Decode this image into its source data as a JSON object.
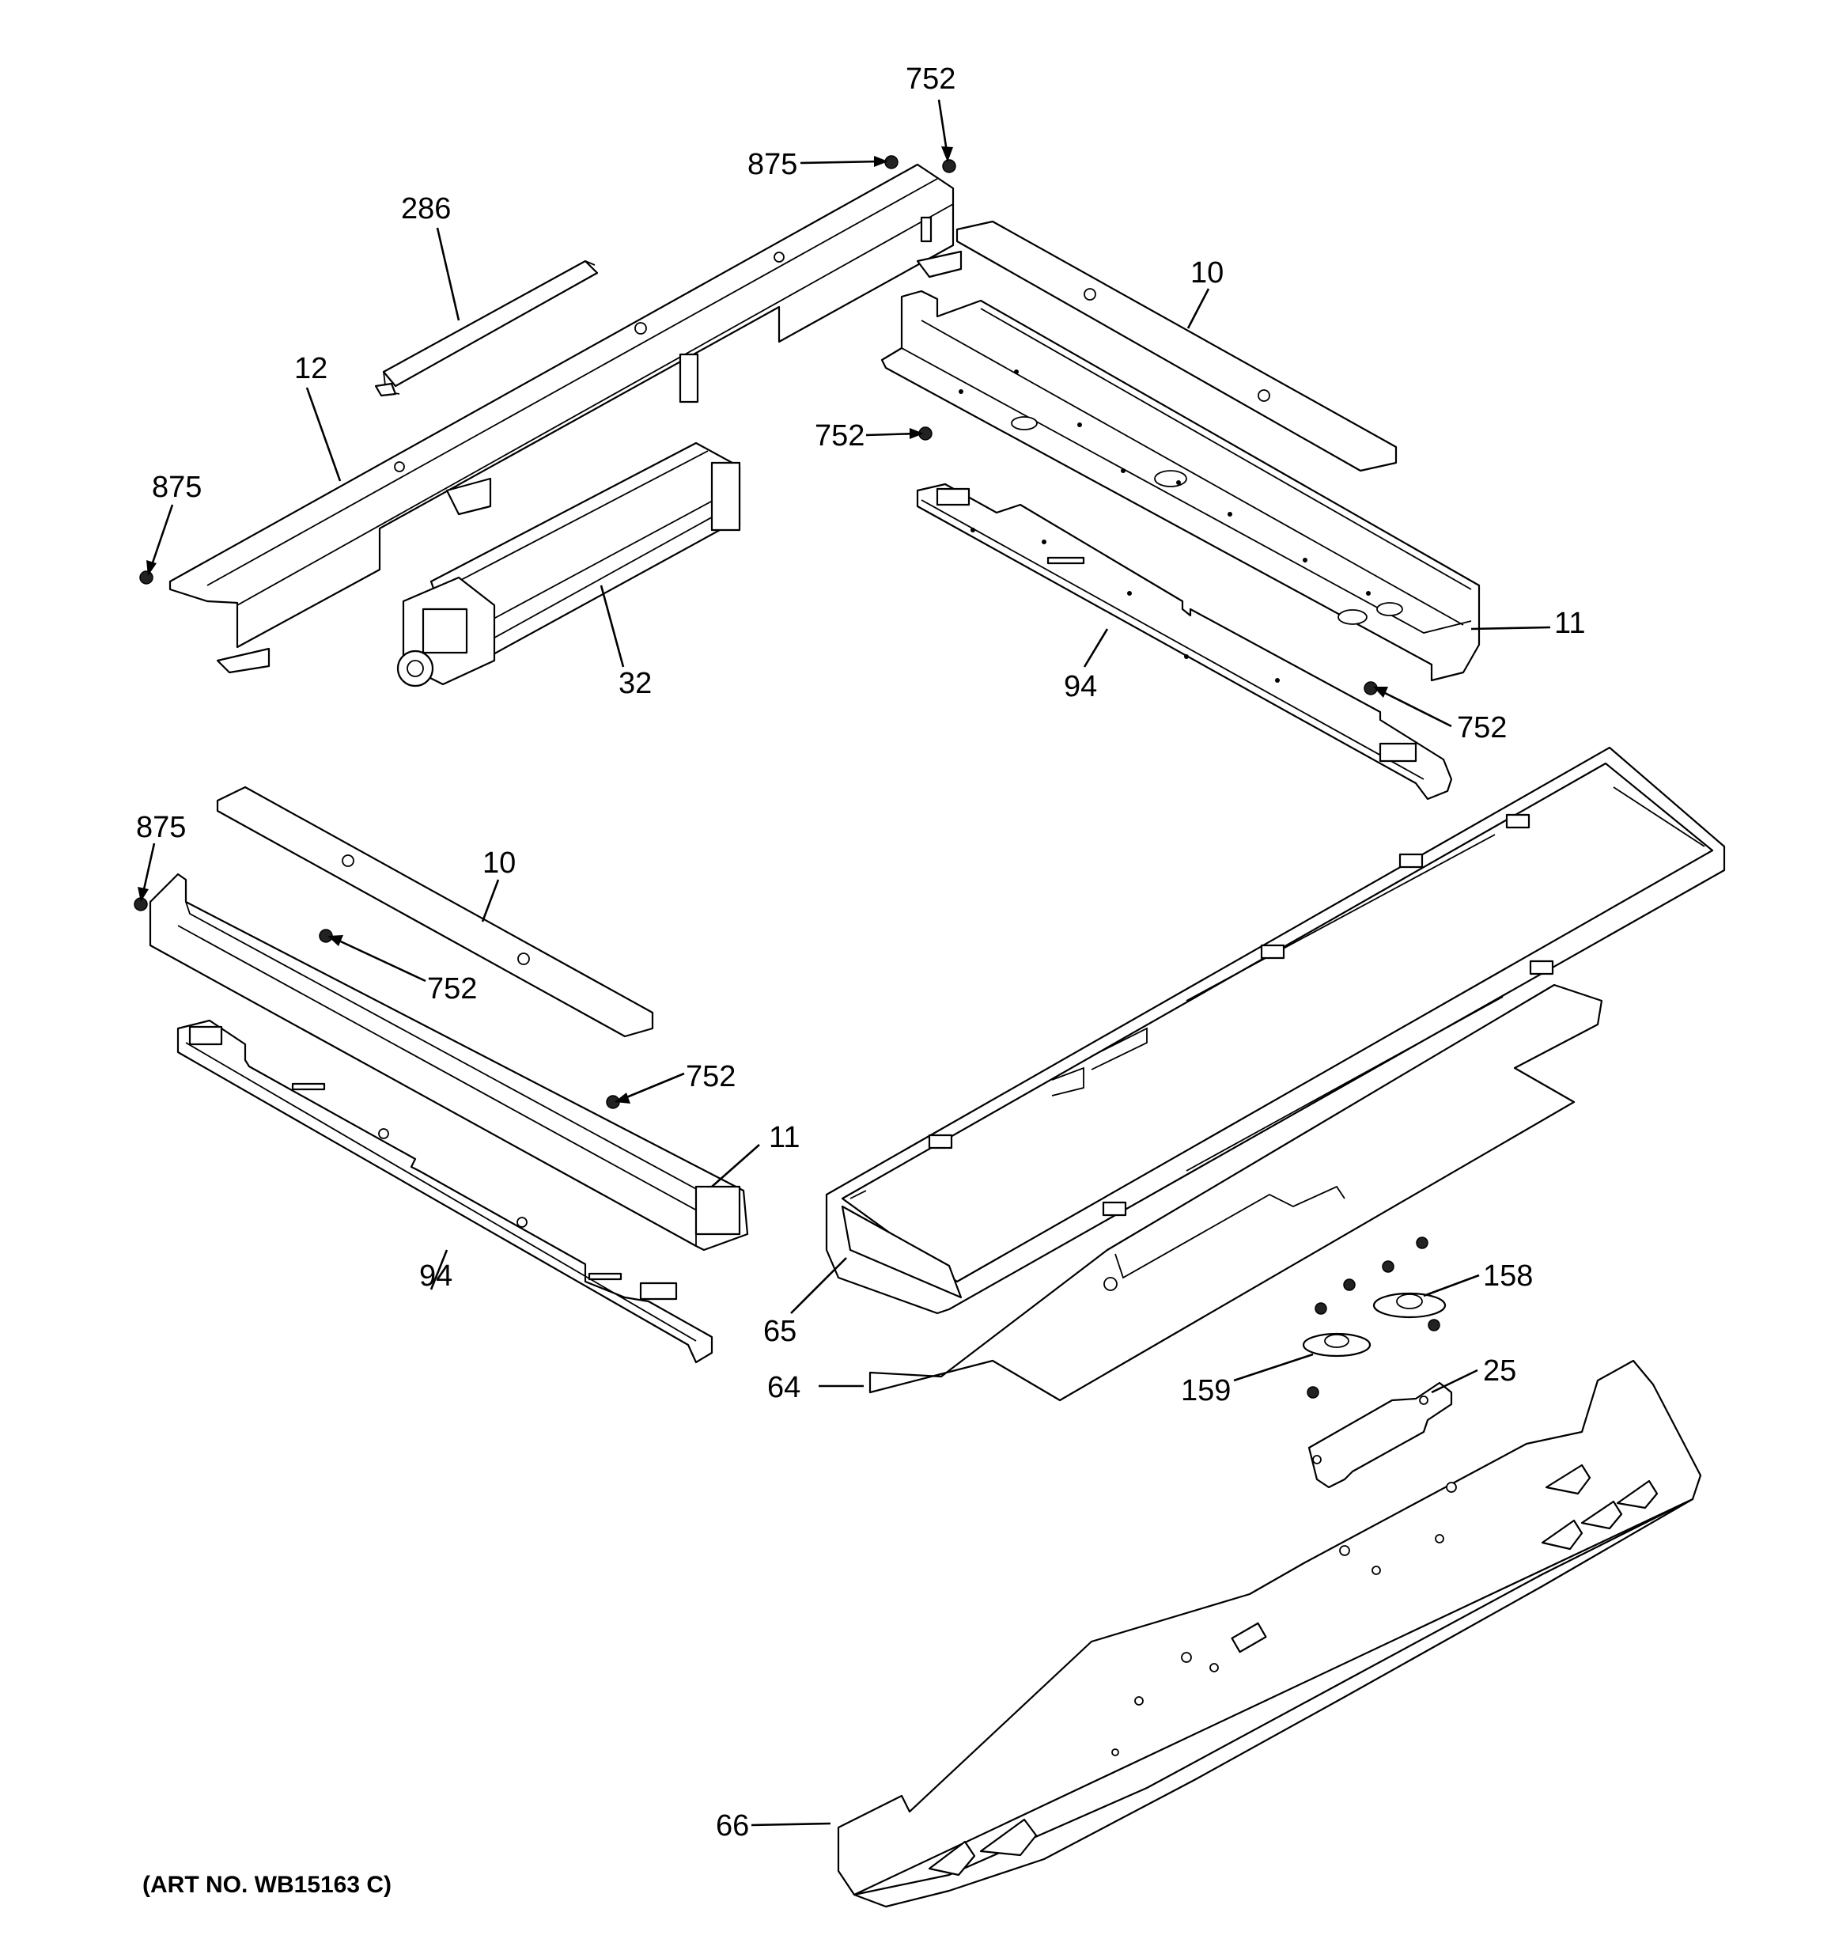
{
  "diagram": {
    "caption": "(ART NO. WB15163 C)",
    "callouts": {
      "c752_top": "752",
      "c875_top": "875",
      "c286": "286",
      "c12": "12",
      "c875_left": "875",
      "c32": "32",
      "c10_top": "10",
      "c752_mid": "752",
      "c11_right": "11",
      "c94_right": "94",
      "c752_right": "752",
      "c875_lower": "875",
      "c10_lower": "10",
      "c752_lower": "752",
      "c752_lower2": "752",
      "c11_lower": "11",
      "c94_lower": "94",
      "c65": "65",
      "c64": "64",
      "c158": "158",
      "c159": "159",
      "c25": "25",
      "c66": "66"
    }
  }
}
